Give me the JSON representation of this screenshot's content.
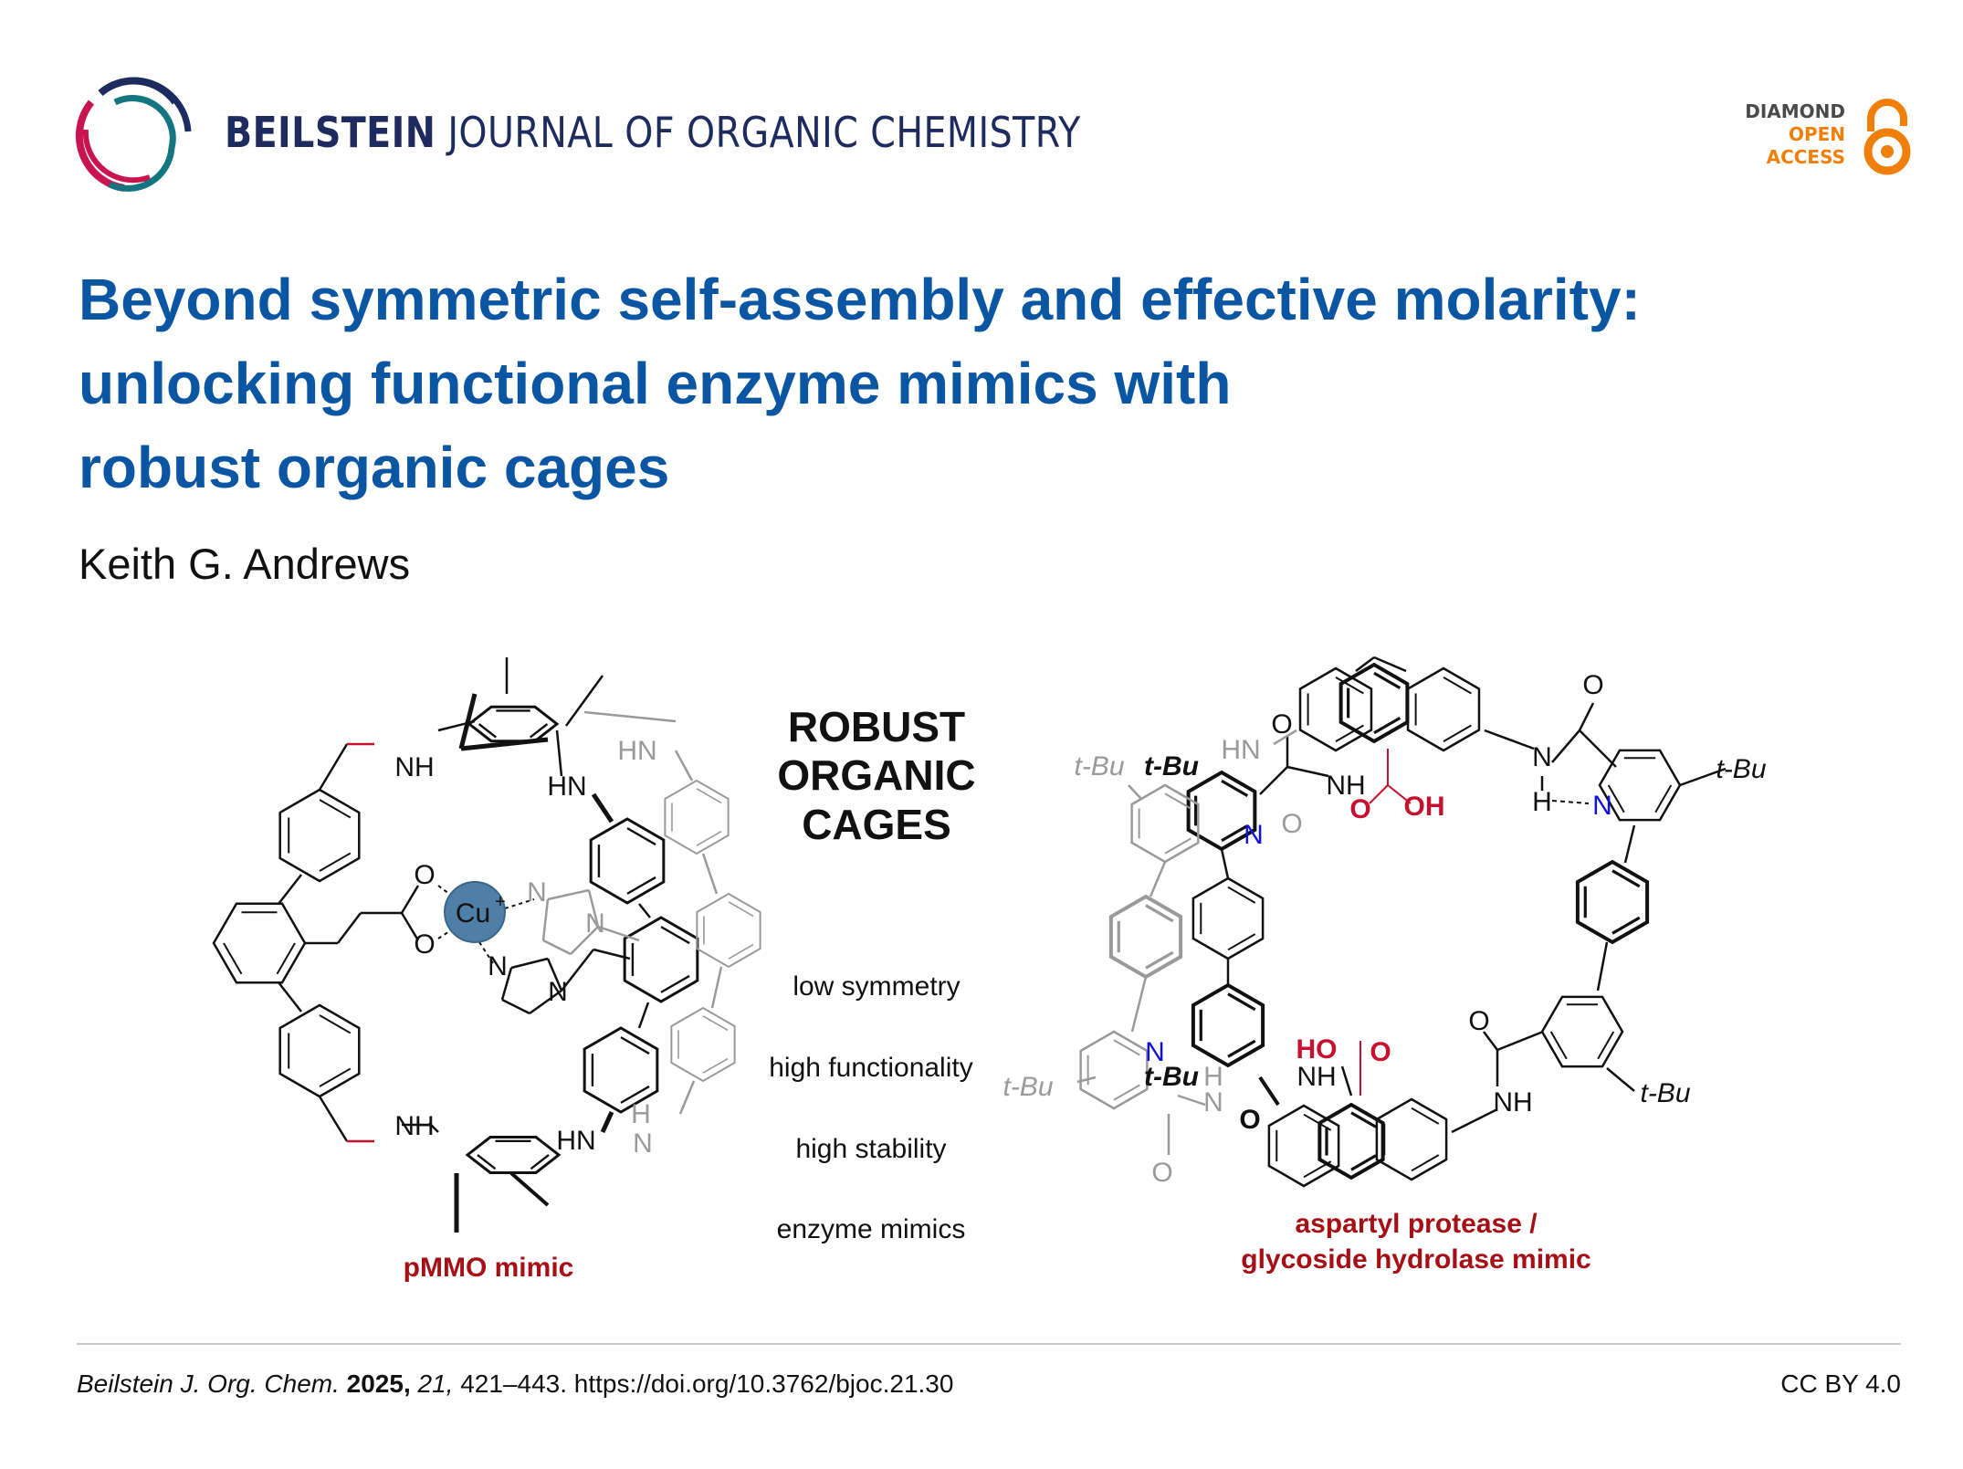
{
  "header": {
    "journal_bold": "BEILSTEIN",
    "journal_rest": " JOURNAL OF ORGANIC CHEMISTRY",
    "badge": {
      "line1": "DIAMOND",
      "line2": "OPEN",
      "line3": "ACCESS"
    }
  },
  "article": {
    "title_lines": [
      "Beyond symmetric self-assembly and effective molarity:",
      "unlocking functional enzyme mimics with",
      "robust organic cages"
    ],
    "author": "Keith G. Andrews"
  },
  "figure": {
    "center_heading": [
      "ROBUST",
      "ORGANIC",
      "CAGES"
    ],
    "features": [
      "low symmetry",
      "high functionality",
      "high stability",
      "enzyme mimics"
    ],
    "left_caption": "pMMO mimic",
    "right_caption": [
      "aspartyl protease /",
      "glycoside hydrolase mimic"
    ],
    "left_labels": {
      "nh1": "NH",
      "hn1": "HN",
      "hn_grey": "HN",
      "nh2": "NH",
      "hn2": "HN",
      "n_grey": "N",
      "h_grey": "H",
      "o1": "O",
      "o2": "O",
      "cu": "Cu",
      "cu_charge": "+",
      "im_n1": "N",
      "im_n2": "N",
      "im_n3": "N",
      "im_n4": "N"
    },
    "right_labels": {
      "tbu_grey1": "t-Bu",
      "tbu_bold1": "t-Bu",
      "hn_grey": "HN",
      "o_top": "O",
      "nh_top": "NH",
      "o_red1": "O",
      "oh_red": "OH",
      "n_blue1": "N",
      "o_grey1": "O",
      "o_right": "O",
      "n_right": "N",
      "h_right": "H",
      "n_blue2": "N",
      "tbu_right": "t-Bu",
      "n_blue3": "N",
      "tbu_grey2": "t-Bu",
      "tbu_bold2": "t-Bu",
      "h_grey": "H",
      "n_grey": "N",
      "ho_red": "HO",
      "o_red2": "O",
      "nh_bottom": "NH",
      "o_bold": "O",
      "o_grey2": "O",
      "o_right2": "O",
      "nh_right": "NH",
      "tbu_right2": "t-Bu"
    },
    "colors": {
      "accent_red": "#a50f15",
      "heteroatom_blue": "#1010e0",
      "grey": "#9a9a9a",
      "cu": "#4f7ea6"
    }
  },
  "footer": {
    "journal_abbrev": "Beilstein J. Org. Chem.",
    "year": "2025,",
    "volume": "21,",
    "pages_doi": "421–443. https://doi.org/10.3762/bjoc.21.30",
    "license": "CC BY 4.0"
  }
}
